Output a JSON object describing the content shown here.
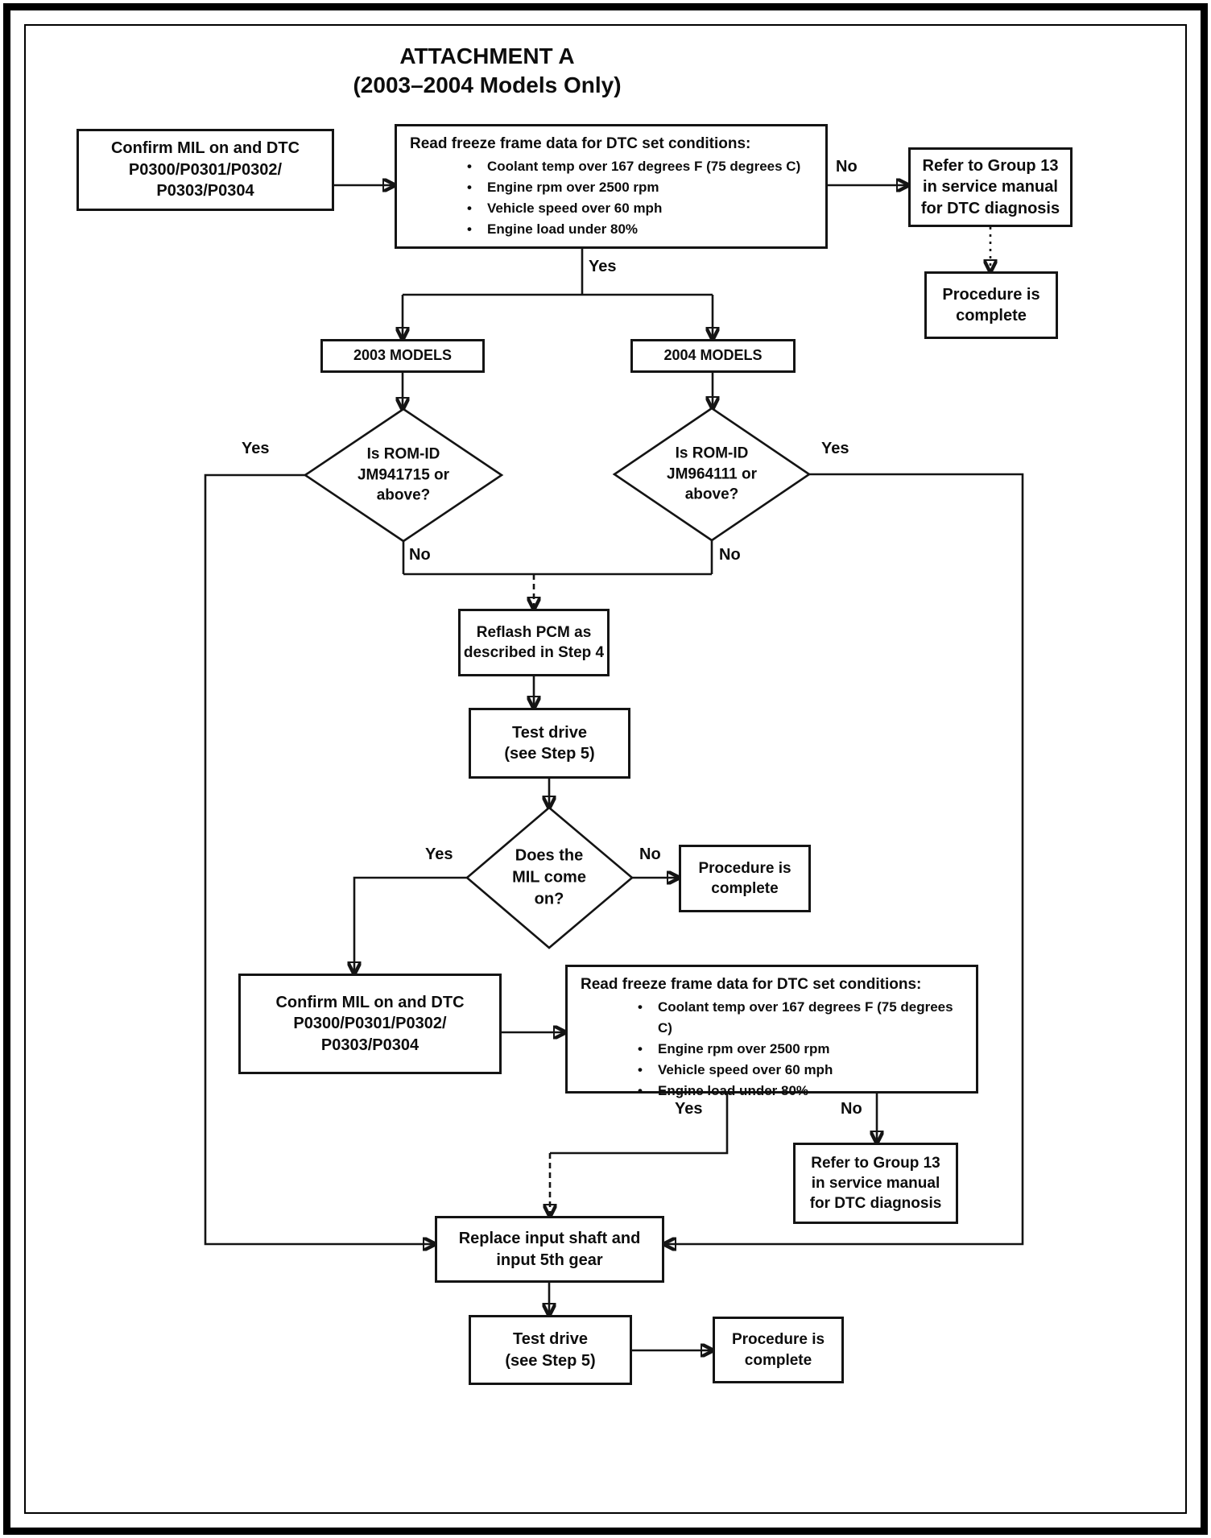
{
  "page": {
    "title_line1": "ATTACHMENT A",
    "title_line2": "(2003–2004 Models Only)"
  },
  "labels": {
    "yes": "Yes",
    "no": "No"
  },
  "nodes": {
    "confirm_mil": "Confirm MIL on and DTC\nP0300/P0301/P0302/\nP0303/P0304",
    "freeze_frame": {
      "heading": "Read freeze frame data for DTC set conditions:",
      "bullets": [
        "Coolant temp over 167 degrees F (75 degrees C)",
        "Engine rpm over 2500 rpm",
        "Vehicle speed over 60 mph",
        "Engine load under 80%"
      ]
    },
    "refer_group13": "Refer to Group 13\nin service manual\nfor DTC diagnosis",
    "procedure_complete": "Procedure is\ncomplete",
    "models_2003": "2003 MODELS",
    "models_2004": "2004 MODELS",
    "rom_id_2003": "Is ROM-ID\nJM941715 or\nabove?",
    "rom_id_2004": "Is ROM-ID\nJM964111 or\nabove?",
    "reflash_pcm": "Reflash PCM as\ndescribed in Step 4",
    "test_drive": "Test drive\n(see Step 5)",
    "mil_come_on": "Does the\nMIL come\non?",
    "replace_input_shaft": "Replace input shaft and\ninput 5th gear"
  }
}
